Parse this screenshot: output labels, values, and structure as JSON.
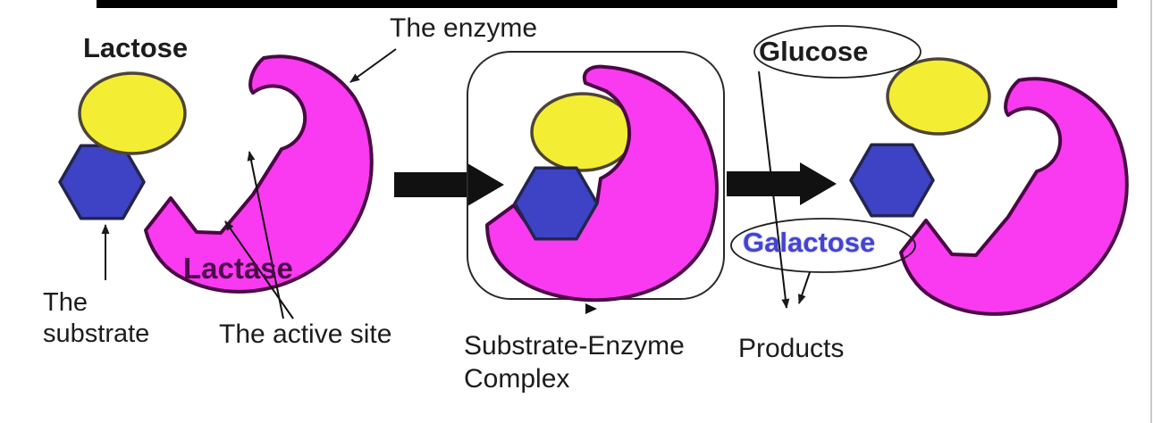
{
  "diagram": {
    "labels": {
      "lactose": "Lactose",
      "enzyme": "The enzyme",
      "lactase": "Lactase",
      "substrate": "The substrate",
      "active_site": "The active site",
      "complex": "Substrate-Enzyme Complex",
      "glucose": "Glucose",
      "galactose": "Galactose",
      "products": "Products"
    },
    "colors": {
      "enzyme_fill": "#F93AF0",
      "enzyme_outline": "#4A0845",
      "substrate_yellow": "#F3EE33",
      "substrate_blue": "#3D43C4",
      "lactase_text": "#4C0A4A",
      "galactose_text": "#4444D0",
      "label_text": "#1C1C1C",
      "arrow_black": "#111111"
    }
  }
}
